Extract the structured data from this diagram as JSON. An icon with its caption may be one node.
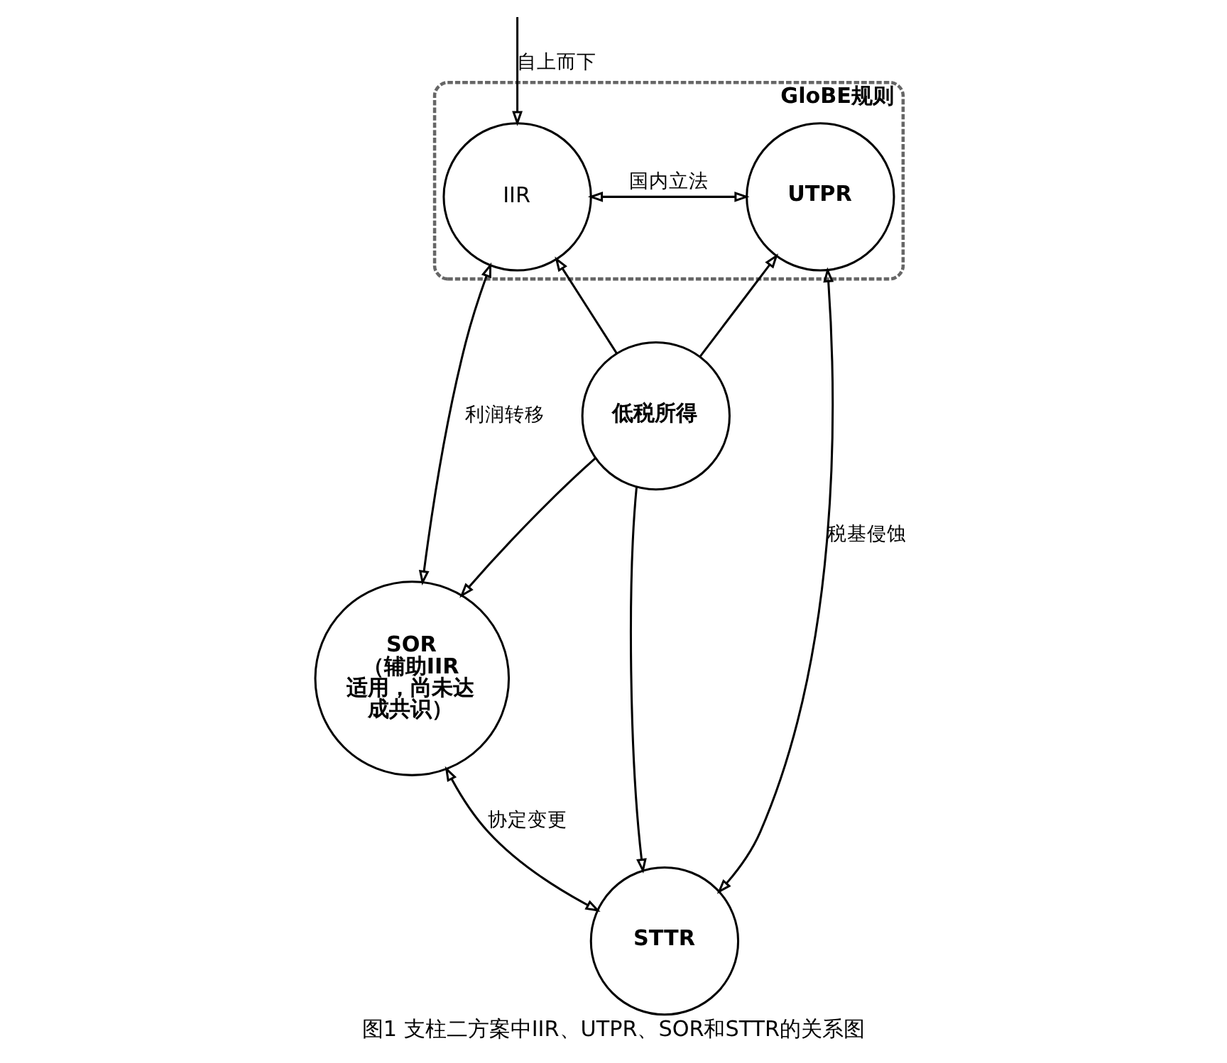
{
  "diagram": {
    "caption": "图1 支柱二方案中IIR、UTPR、SOR和STTR的关系图",
    "nodes": [
      {
        "text": [
          "GloBE规则"
        ]
      },
      {
        "text": [
          "IIR"
        ],
        "in": 0
      },
      {
        "text": [
          "UTPR"
        ],
        "in": 0
      },
      {
        "text": [
          "低税所得"
        ]
      },
      {
        "text": [
          "SOR",
          "（辅助IIR适用，尚未达成共识）"
        ]
      },
      {
        "text": [
          "STTR"
        ]
      }
    ],
    "edges": [
      {
        "from": null,
        "to": 1,
        "arrow": "to",
        "label": "自上而下"
      },
      {
        "from": 1,
        "to": 2,
        "arrow": "both",
        "label": "国内立法"
      },
      {
        "from": 1,
        "to": 4,
        "arrow": "both",
        "label": "利润转移"
      },
      {
        "from": 2,
        "to": 5,
        "arrow": "both",
        "label": "税基侵蚀"
      },
      {
        "from": 4,
        "to": 5,
        "arrow": "both",
        "label": "协定变更"
      },
      {
        "from": 3,
        "to": 1,
        "arrow": "to"
      },
      {
        "from": 3,
        "to": 2,
        "arrow": "to"
      },
      {
        "from": 3,
        "to": 4,
        "arrow": "to"
      },
      {
        "from": 3,
        "to": 5,
        "arrow": "to"
      }
    ]
  }
}
